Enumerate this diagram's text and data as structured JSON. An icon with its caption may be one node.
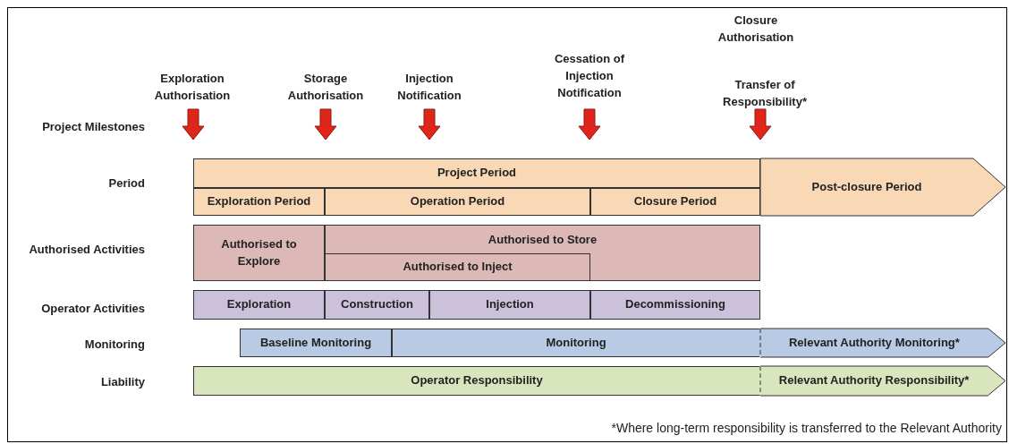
{
  "diagram": {
    "nodes": [
      {
        "text": [
          "Project Period"
        ]
      },
      {
        "text": [
          "Exploration Period"
        ]
      },
      {
        "text": [
          "Operation Period"
        ]
      },
      {
        "text": [
          "Closure Period"
        ]
      },
      {
        "text": [
          "Post-closure Period"
        ]
      },
      {
        "text": [
          "Authorised to Explore"
        ]
      },
      {
        "text": [
          "Authorised to Store"
        ]
      },
      {
        "text": [
          "Authorised to Inject"
        ],
        "in": 6
      },
      {
        "text": [
          "Exploration"
        ]
      },
      {
        "text": [
          "Construction"
        ]
      },
      {
        "text": [
          "Injection"
        ]
      },
      {
        "text": [
          "Decommissioning"
        ]
      },
      {
        "text": [
          "Baseline Monitoring"
        ]
      },
      {
        "text": [
          "Monitoring"
        ]
      },
      {
        "text": [
          "Relevant Authority Monitoring*"
        ]
      },
      {
        "text": [
          "Operator Responsibility"
        ]
      },
      {
        "text": [
          "Relevant Authority Responsibility*"
        ]
      }
    ],
    "labels": [
      "Closure Authorisation",
      "Exploration Authorisation",
      "Storage Authorisation",
      "Injection Notification",
      "Cessation of Injection Notification",
      "Transfer of Responsibility*",
      "Project Milestones",
      "Period",
      "Authorised Activities",
      "Operator Activities",
      "Monitoring",
      "Liability",
      "*Where long-term responsibility is transferred to the Relevant Authority"
    ]
  }
}
